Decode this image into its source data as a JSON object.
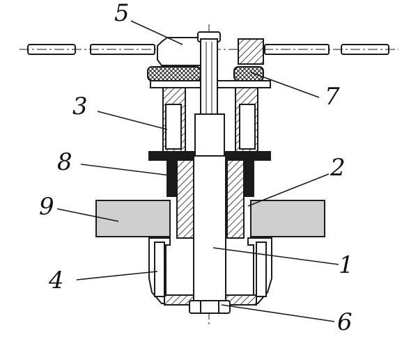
{
  "colors": {
    "ink": "#1a1a1a",
    "plate": "#cfcfcf",
    "background": "#ffffff"
  },
  "callouts": {
    "c1": "1",
    "c2": "2",
    "c3": "3",
    "c4": "4",
    "c5": "5",
    "c6": "6",
    "c7": "7",
    "c8": "8",
    "c9": "9"
  }
}
